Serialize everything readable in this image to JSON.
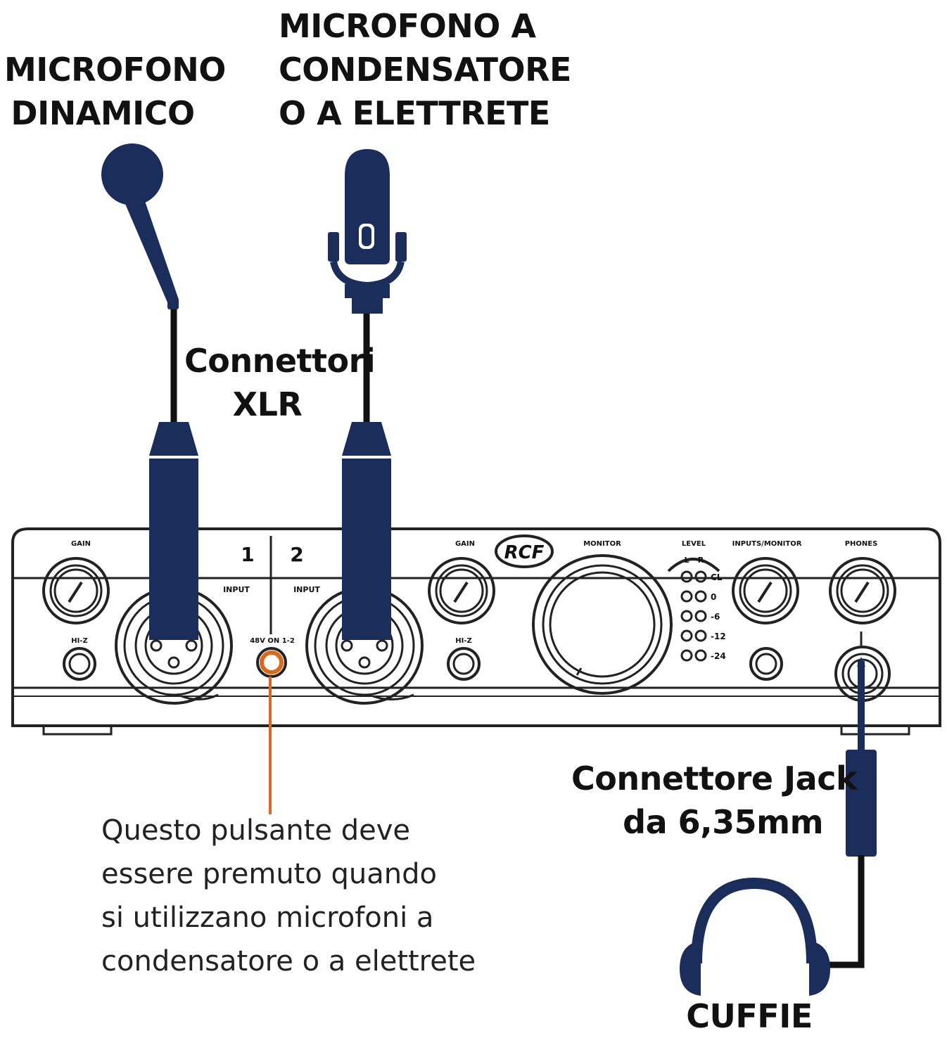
{
  "labels": {
    "dynamic_mic": [
      "MICROFONO",
      "DINAMICO"
    ],
    "condenser_mic": [
      "MICROFONO A",
      "CONDENSATORE",
      "O A ELETTRETE"
    ],
    "xlr": [
      "Connettori",
      "XLR"
    ],
    "jack": [
      "Connettore Jack",
      "da 6,35mm"
    ],
    "headphones": "CUFFIE"
  },
  "note": [
    "Questo pulsante deve",
    "essere premuto quando",
    "si utilizzano microfoni a",
    "condensatore o a elettrete"
  ],
  "device": {
    "brand": "RCF",
    "channel_1": "1",
    "channel_2": "2",
    "gain_label": "GAIN",
    "input_label": "INPUT",
    "phantom_label": "48V ON 1-2",
    "monitor_label": "MONITOR",
    "level_label": "LEVEL",
    "level_lr": [
      "L",
      "R"
    ],
    "level_scale": [
      "CL",
      "0",
      "-6",
      "-12",
      "-24"
    ],
    "inputs_monitor_label": "INPUTS/MONITOR",
    "phones_label": "PHONES",
    "hiz_label": "HI-Z"
  },
  "colors": {
    "navy": "#1b2d5a",
    "cable": "#111111",
    "phantom_accent": "#d8691f",
    "panel_line": "#222222"
  }
}
